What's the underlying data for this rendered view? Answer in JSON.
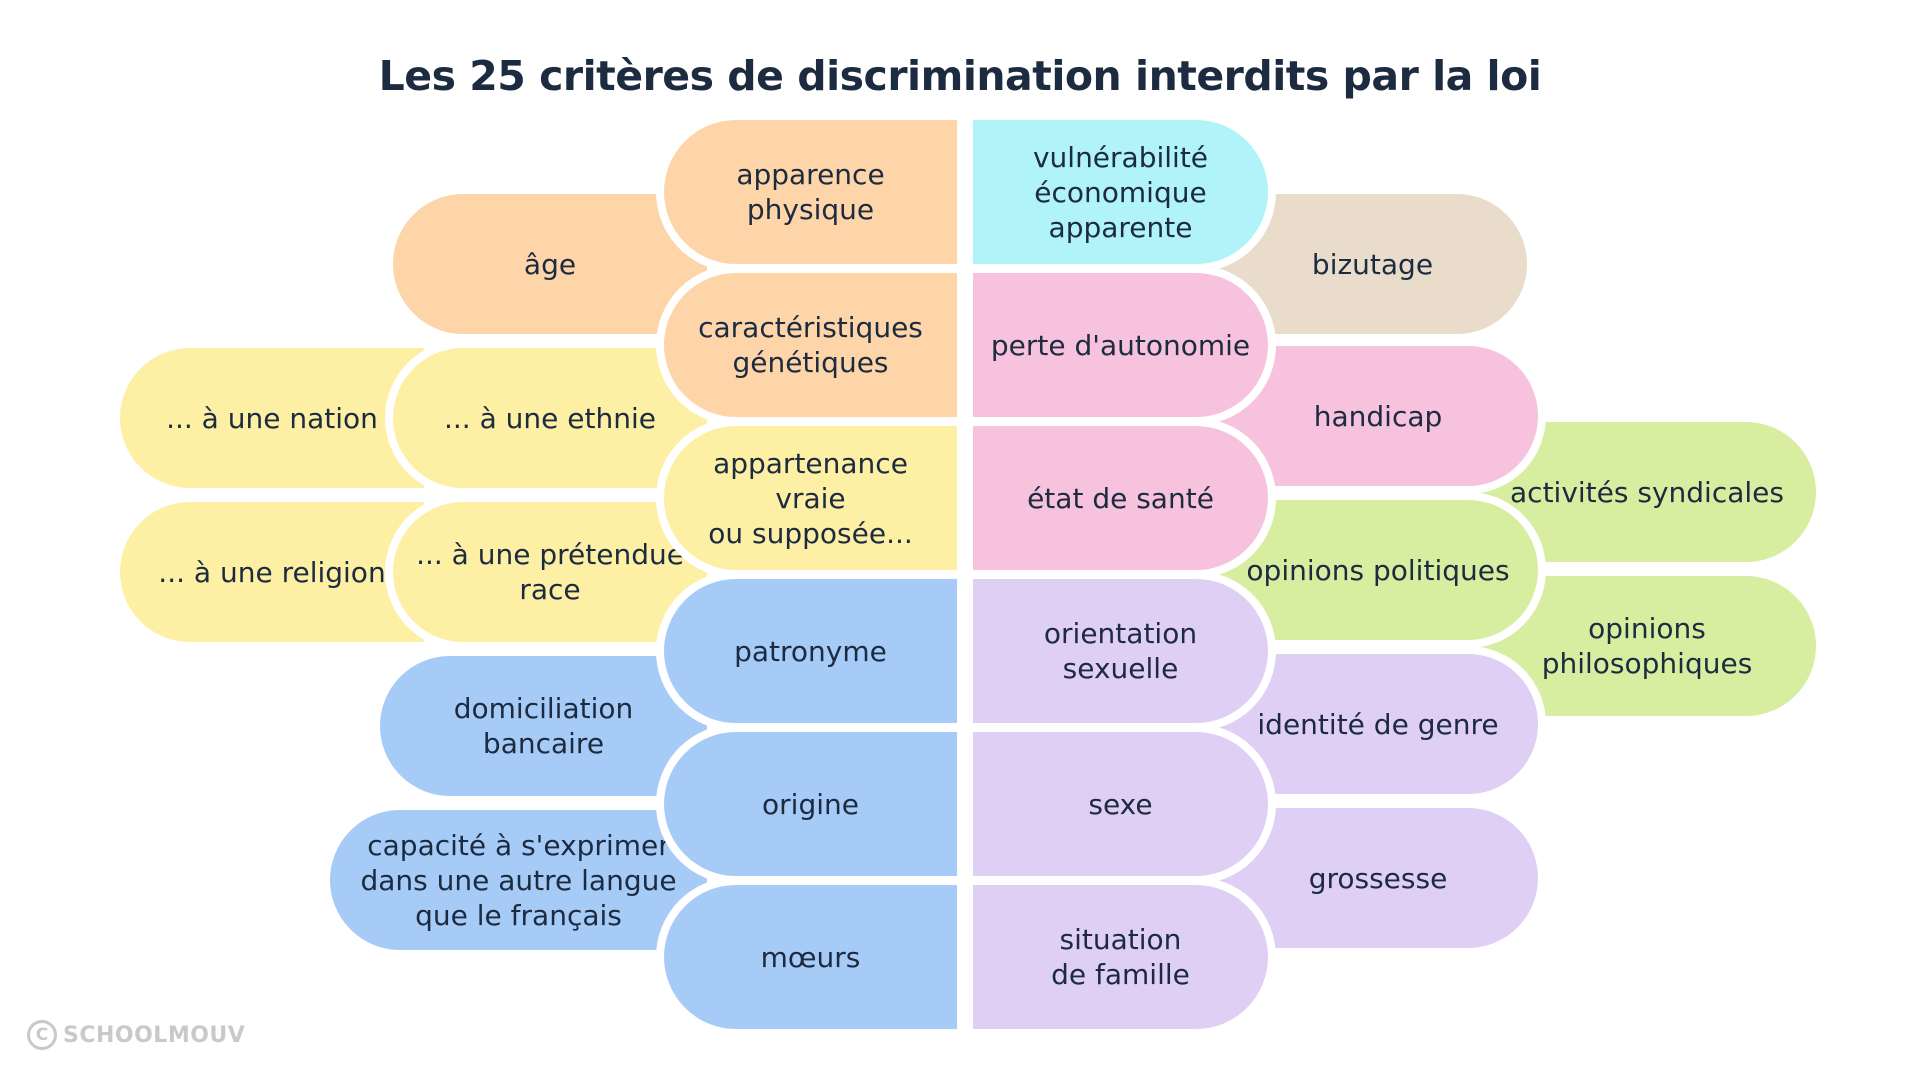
{
  "title": "Les 25 critères de discrimination interdits par la loi",
  "colors": {
    "orange": "#fdd5a8",
    "yellow": "#fdf0a4",
    "blue": "#a6cbf7",
    "cyan": "#b0f3f8",
    "beige": "#eadccb",
    "pink": "#f6c2de",
    "lime": "#d7eda0",
    "lavender": "#e0cff5",
    "text": "#1d2b40"
  },
  "criteria": {
    "apparence_physique": "apparence\nphysique",
    "age": "âge",
    "caracteristiques_genetiques": "caractéristiques\ngénétiques",
    "nation": "... à une nation",
    "ethnie": "... à une ethnie",
    "appartenance": "appartenance vraie\nou supposée...",
    "religion": "... à une religion",
    "pretendue_race": "... à une prétendue\nrace",
    "patronyme": "patronyme",
    "domiciliation_bancaire": "domiciliation\nbancaire",
    "origine": "origine",
    "langue": "capacité à s'exprimer\ndans une autre langue\nque le français",
    "moeurs": "mœurs",
    "vulnerabilite": "vulnérabilité\néconomique\napparente",
    "bizutage": "bizutage",
    "perte_autonomie": "perte d'autonomie",
    "handicap": "handicap",
    "activites_syndicales": "activités syndicales",
    "etat_sante": "état de santé",
    "opinions_politiques": "opinions politiques",
    "opinions_philosophiques": "opinions\nphilosophiques",
    "orientation_sexuelle": "orientation\nsexuelle",
    "identite_genre": "identité de genre",
    "sexe": "sexe",
    "grossesse": "grossesse",
    "situation_famille": "situation\nde famille"
  },
  "logo": {
    "symbol": "C",
    "brand": "SCHOOLMOUV"
  }
}
